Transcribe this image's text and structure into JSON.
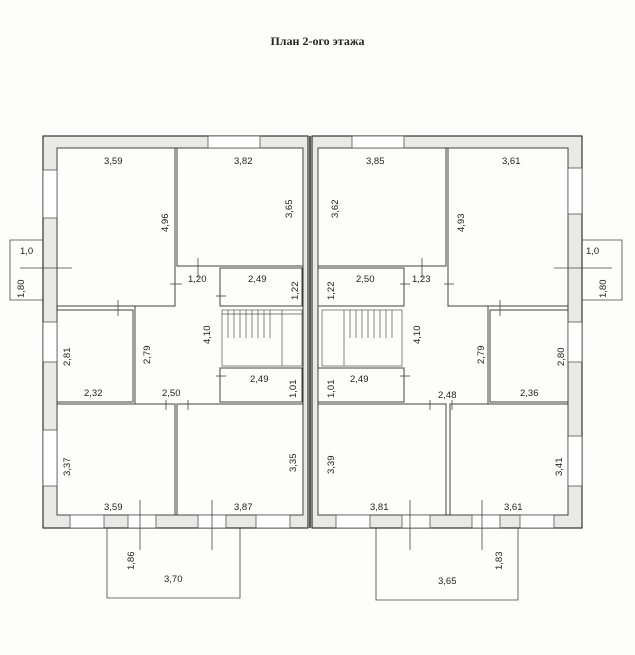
{
  "title": "План 2-ого этажа",
  "dimensions": {
    "left_top_room_w": "3,59",
    "left_top_room_h": "4,96",
    "left_top2_room_w": "3,82",
    "left_top2_room_h": "3,65",
    "right_top1_room_w": "3,85",
    "right_top1_room_h": "3,62",
    "right_top2_room_w": "3,61",
    "right_top2_room_h": "4,93",
    "left_balcony_w": "1,0",
    "left_balcony_h": "1,80",
    "right_balcony_w": "1,0",
    "right_balcony_h": "1,80",
    "left_hall_a": "1,20",
    "left_bath_top_w": "2,49",
    "left_bath_top_h": "1,22",
    "right_bath_top_h": "1,22",
    "right_bath_top_w": "2,50",
    "right_hall_a": "1,23",
    "left_mid_room_h": "2,81",
    "left_mid_room_w": "2,32",
    "left_corridor_h": "2,79",
    "left_corridor_len": "4,10",
    "left_corridor_w": "2,50",
    "left_bath_bot_w": "2,49",
    "left_bath_bot_h": "1,01",
    "right_bath_bot_h": "1,01",
    "right_bath_bot_w": "2,49",
    "right_corridor_len": "4,10",
    "right_corridor_h": "2,79",
    "right_corridor_w": "2,48",
    "right_mid_room_h": "2,80",
    "right_mid_room_w": "2,36",
    "left_bot_room_h": "3,37",
    "left_bot_room_w": "3,59",
    "left_bot2_room_h": "3,35",
    "left_bot2_room_w": "3,87",
    "right_bot1_room_h": "3,39",
    "right_bot1_room_w": "3,81",
    "right_bot2_room_h": "3,41",
    "right_bot2_room_w": "3,61",
    "left_porch_h": "1,86",
    "left_porch_w": "3,70",
    "right_porch_h": "1,83",
    "right_porch_w": "3,65"
  }
}
